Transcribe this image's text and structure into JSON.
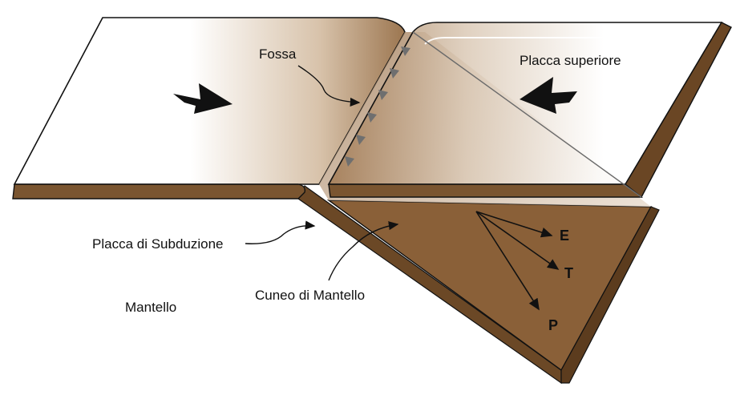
{
  "labels": {
    "trench": "Fossa",
    "upper_plate": "Placca superiore",
    "subducting_plate": "Placca di Subduzione",
    "mantle": "Mantello",
    "mantle_wedge": "Cuneo di Mantello"
  },
  "stress_axes": [
    "E",
    "T",
    "P"
  ],
  "colors": {
    "plate_edge": "#7a5530",
    "plate_edge_dark": "#4a2f15",
    "wedge": "#8a6038",
    "trench_shade": "#a17b55",
    "outline": "#111111"
  },
  "icons": {
    "left_plate_arrow": "convergence-arrow-right",
    "right_plate_arrow": "convergence-arrow-left"
  }
}
